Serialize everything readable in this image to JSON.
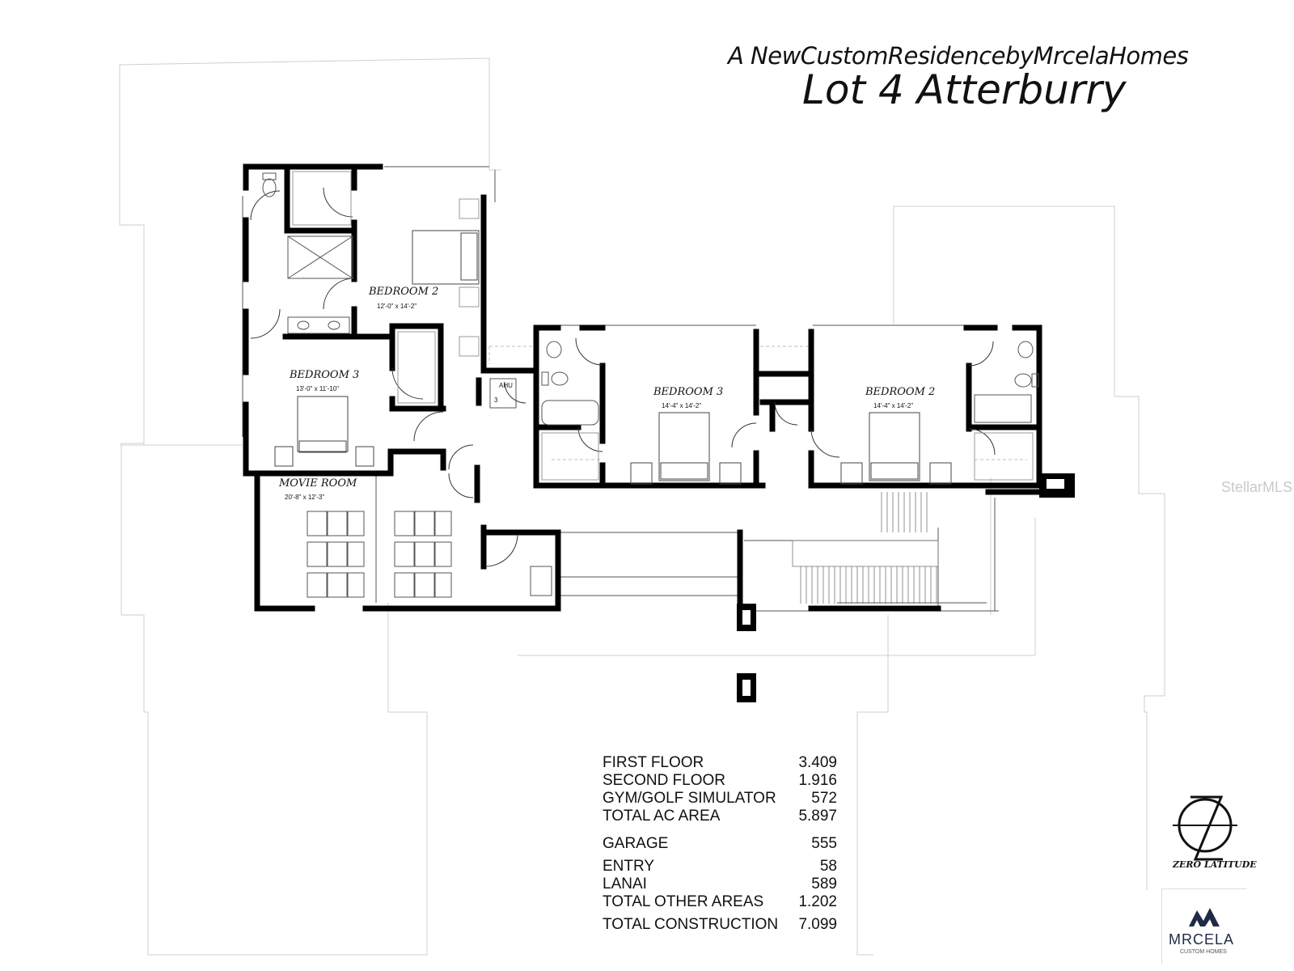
{
  "header": {
    "subtitle": "A NewCustomResidencebyMrcelaHomes",
    "title": "Lot 4 Atterburry"
  },
  "rooms": {
    "bedroom2_left": {
      "name": "BEDROOM 2",
      "dims": "12'-0\" x 14'-2\""
    },
    "bedroom3_left": {
      "name": "BEDROOM 3",
      "dims": "13'-0\" x 11'-10\""
    },
    "movie_room": {
      "name": "MOVIE ROOM",
      "dims": "20'-8\" x 12'-3\""
    },
    "bedroom3_right": {
      "name": "BEDROOM 3",
      "dims": "14'-4\" x 14'-2\""
    },
    "bedroom2_right": {
      "name": "BEDROOM 2",
      "dims": "14'-4\" x 14'-2\""
    },
    "ahu": {
      "label": "AHU",
      "number": "3"
    }
  },
  "areas": [
    {
      "label": "FIRST FLOOR",
      "value": "3.409"
    },
    {
      "label": "SECOND FLOOR",
      "value": "1.916"
    },
    {
      "label": "GYM/GOLF SIMULATOR",
      "value": "572"
    },
    {
      "label": "TOTAL AC AREA",
      "value": "5.897"
    },
    {
      "label": "GARAGE",
      "value": "555"
    },
    {
      "label": "ENTRY",
      "value": "58"
    },
    {
      "label": "LANAI",
      "value": "589"
    },
    {
      "label": "TOTAL OTHER AREAS",
      "value": "1.202"
    },
    {
      "label": "TOTAL CONSTRUCTION",
      "value": "7.099"
    }
  ],
  "logos": {
    "zero_latitude": "ZERO LATITUDE",
    "mrcela": "MRCELA",
    "mrcela_sub": "CUSTOM HOMES"
  },
  "watermark": "StellarMLS",
  "colors": {
    "wall": "#000000",
    "outline": "#c8c8c8",
    "text": "#111111"
  }
}
